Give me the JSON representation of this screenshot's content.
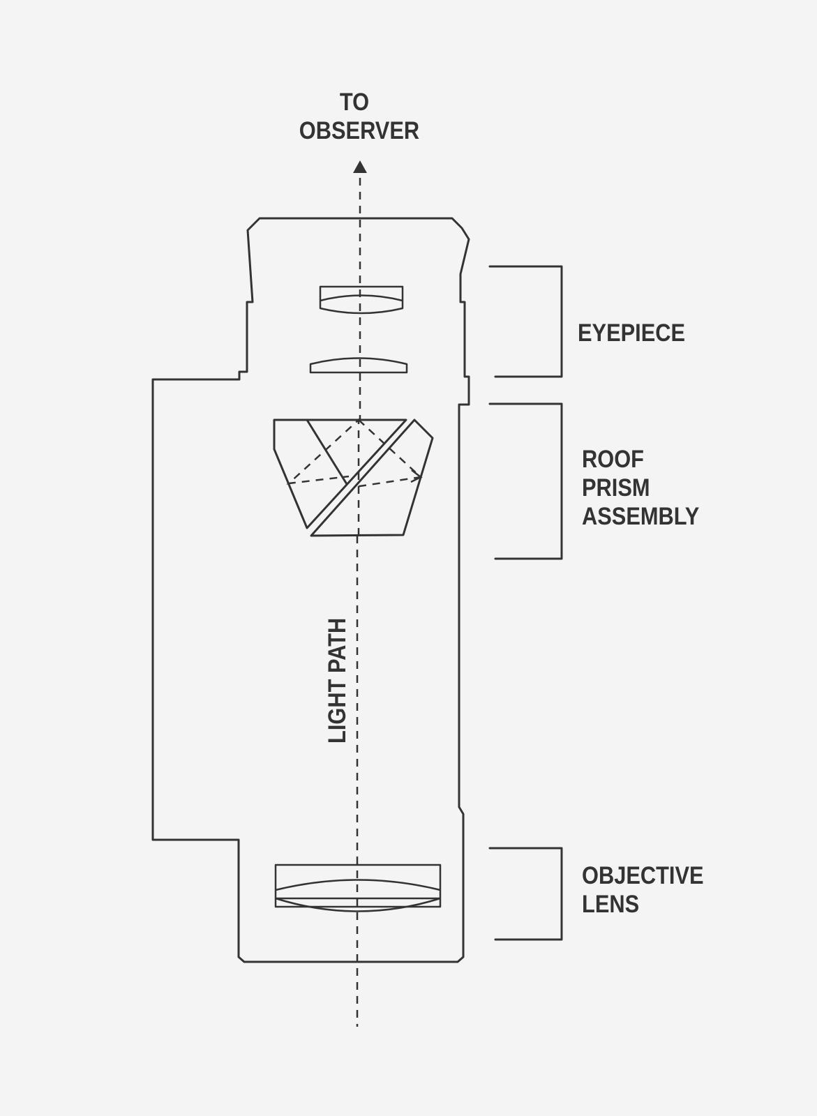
{
  "labels": {
    "observer": [
      "TO",
      "OBSERVER"
    ],
    "eyepiece": [
      "EYEPIECE"
    ],
    "roof_prism": [
      "ROOF",
      "PRISM",
      "ASSEMBLY"
    ],
    "objective": [
      "OBJECTIVE",
      "LENS"
    ],
    "light_path": "LIGHT PATH"
  },
  "colors": {
    "background": "#f4f4f4",
    "stroke": "#333333"
  }
}
